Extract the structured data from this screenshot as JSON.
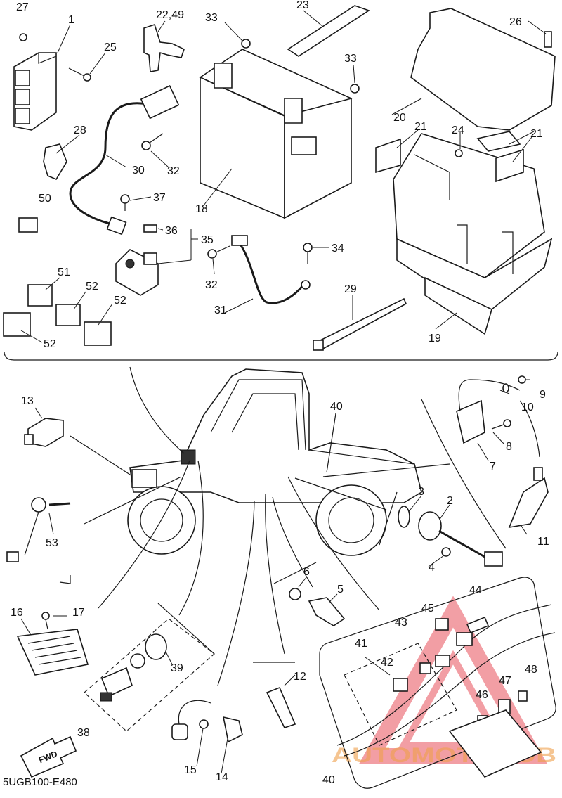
{
  "diagram_code": "5UGB100-E480",
  "fwd_label": "FWD",
  "watermark": "AUTOMOTOHUB",
  "colors": {
    "line": "#1a1a1a",
    "watermark_red": "#e8505b",
    "watermark_orange": "#f0a04b",
    "background": "#ffffff"
  },
  "callouts": {
    "c27": "27",
    "c1": "1",
    "c25": "25",
    "c2249": "22,49",
    "c33a": "33",
    "c23": "23",
    "c33b": "33",
    "c26": "26",
    "c28": "28",
    "c30": "30",
    "c32a": "32",
    "c18": "18",
    "c20": "20",
    "c21a": "21",
    "c24": "24",
    "c21b": "21",
    "c50": "50",
    "c37": "37",
    "c36": "36",
    "c35": "35",
    "c34": "34",
    "c32b": "32",
    "c51": "51",
    "c52a": "52",
    "c52b": "52",
    "c52c": "52",
    "c29": "29",
    "c31": "31",
    "c19": "19",
    "c13": "13",
    "c40a": "40",
    "c9": "9",
    "c10": "10",
    "c8": "8",
    "c7": "7",
    "c53": "53",
    "c3": "3",
    "c2": "2",
    "c11": "11",
    "c4": "4",
    "c6": "6",
    "c5": "5",
    "c44": "44",
    "c16": "16",
    "c17": "17",
    "c45": "45",
    "c43": "43",
    "c41": "41",
    "c42": "42",
    "c39": "39",
    "c12": "12",
    "c48": "48",
    "c47": "47",
    "c46": "46",
    "c38": "38",
    "c15": "15",
    "c14": "14",
    "c40b": "40"
  }
}
